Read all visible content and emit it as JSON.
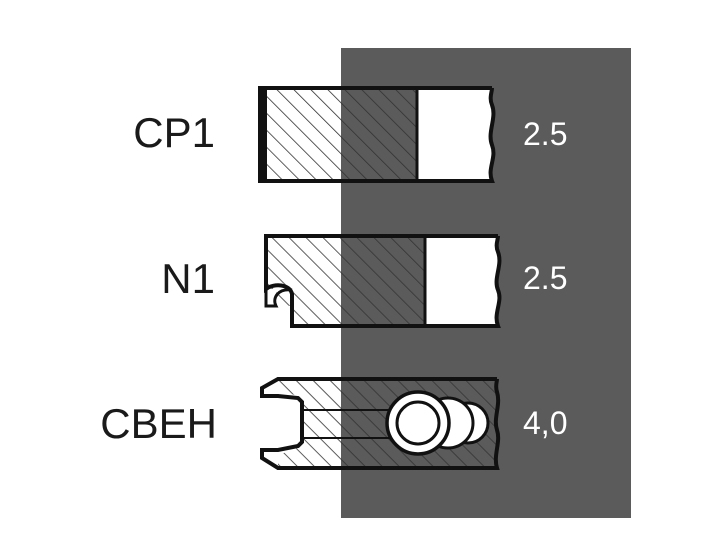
{
  "colors": {
    "background": "#ffffff",
    "panel": "#5b5b5b",
    "outline": "#111111",
    "hatch": "#333333",
    "label_text": "#1a1a1a",
    "value_text": "#ffffff"
  },
  "rings": [
    {
      "label": "CP1",
      "value": "2.5"
    },
    {
      "label": "N1",
      "value": "2.5"
    },
    {
      "label": "CBEH",
      "value": "4,0"
    }
  ]
}
